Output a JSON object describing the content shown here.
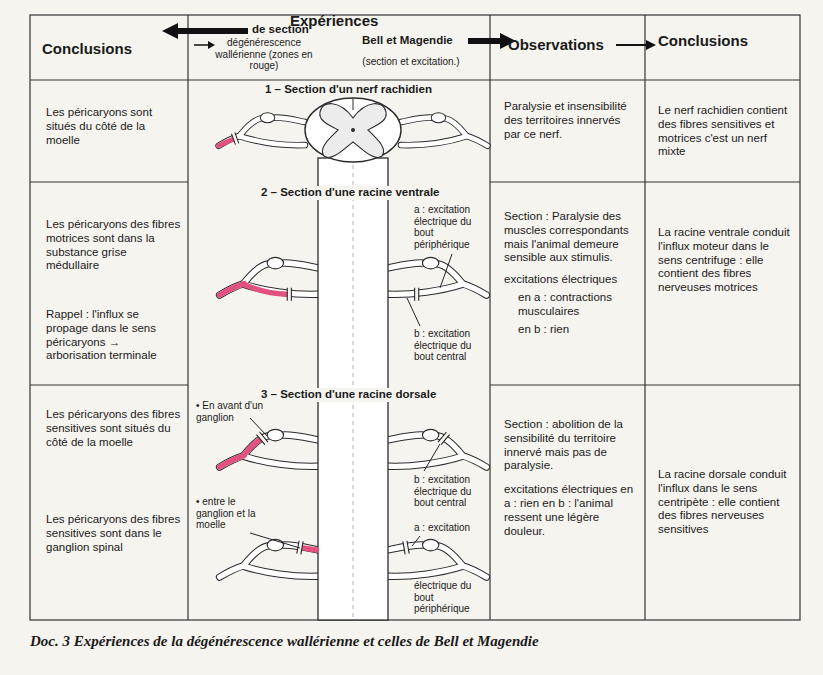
{
  "diagram": {
    "caption": "Doc. 3 Expériences de la dégénérescence wallérienne et celles de Bell et Magendie",
    "labels": [
      "Conclusions",
      "de section",
      "dégénérescence wallérienne (zones en rouge)",
      "Expériences",
      "Bell et Magendie",
      "(section et excitation.)",
      "Observations",
      "Conclusions",
      "Les péricaryons sont situés du côté de la moelle",
      "1 – Section d'un nerf rachidien",
      "Paralysie et insensibilité des territoires innervés par ce nerf.",
      "Le nerf rachidien contient des fibres sensitives et motrices c'est un nerf mixte",
      "Les péricaryons des fibres motrices sont dans la substance grise médullaire",
      "Rappel : l'influx se propage dans le sens péricaryons → arborisation terminale",
      "2 – Section d'une racine ventrale",
      "a : excitation électrique du bout périphérique",
      "b : excitation électrique du bout central",
      "Section : Paralysie des muscles correspondants mais l'animal demeure sensible aux stimulis.",
      "excitations électriques",
      "en a : contractions musculaires",
      "en b : rien",
      "La racine ventrale conduit l'influx moteur dans le sens centrifuge : elle contient des fibres nerveuses motrices",
      "Les péricaryons des fibres sensitives sont situés du côté de la moelle",
      "Les péricaryons des fibres sensitives sont dans le ganglion spinal",
      "3 – Section d'une racine dorsale",
      "• En avant d'un ganglion",
      "b : excitation électrique du bout central",
      "• entre le ganglion et la moelle",
      "a : excitation",
      "électrique du bout périphérique",
      "Section : abolition de la sensibilité du territoire innervé mais pas de paralysie.",
      "excitations électriques en a : rien en b : l'animal ressent une légère douleur.",
      "La racine dorsale conduit l'influx dans le sens centripète : elle contient des fibres nerveuses sensitives"
    ]
  }
}
